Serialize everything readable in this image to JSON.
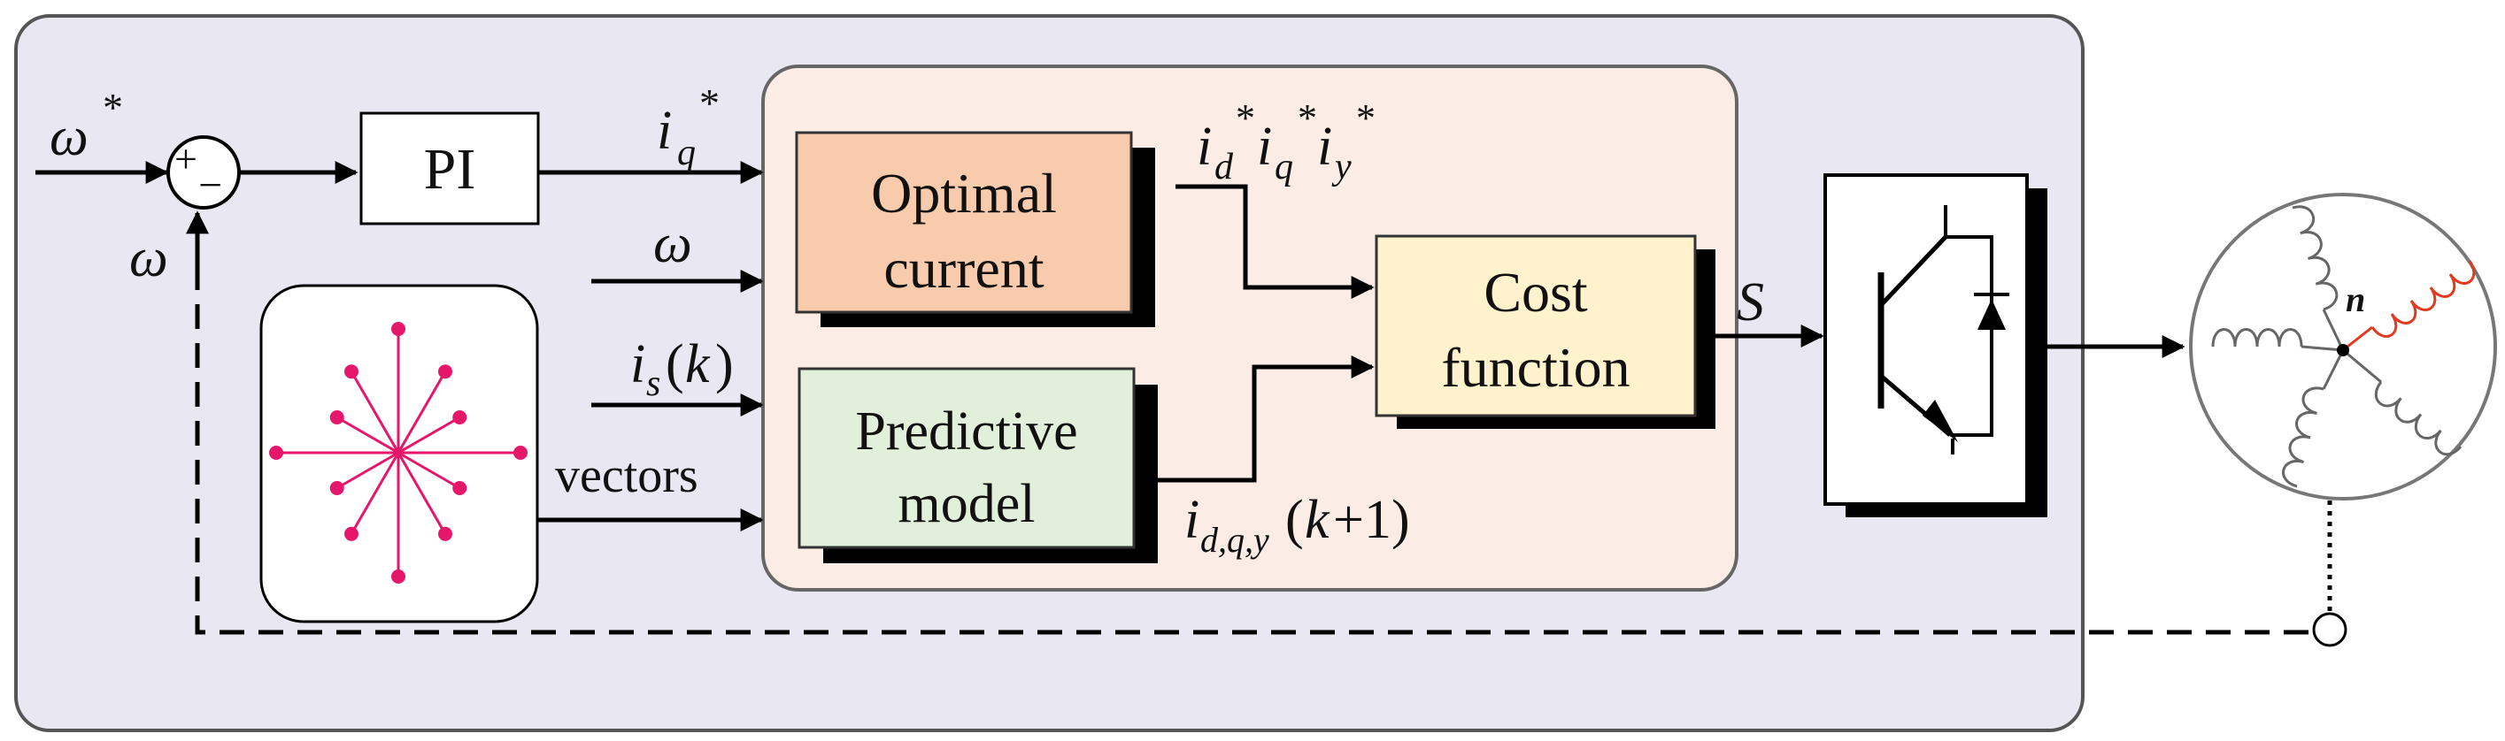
{
  "inputs": {
    "omega_ref": "ω",
    "star": "*",
    "omega_feedback": "ω",
    "omega_to_block": "ω",
    "sum_plus": "+",
    "sum_minus": "−"
  },
  "blocks": {
    "pi": "PI",
    "optimal_current": [
      "Optimal",
      "current"
    ],
    "predictive_model": [
      "Predictive",
      "model"
    ],
    "cost_function": [
      "Cost",
      "function"
    ]
  },
  "signals": {
    "iq_ref_i": "i",
    "iq_ref_sub": "q",
    "iq_ref_star": "*",
    "is_i": "i",
    "is_sub": "s",
    "is_open": "(",
    "is_k": "k",
    "is_close": ")",
    "vectors": "vectors",
    "ref_currents": [
      {
        "i": "i",
        "sub": "d",
        "star": "*"
      },
      {
        "i": "i",
        "sub": "q",
        "star": "*"
      },
      {
        "i": "i",
        "sub": "y",
        "star": "*"
      }
    ],
    "pred_i": "i",
    "pred_sub": "d,q,y",
    "pred_open": "(",
    "pred_k": "k",
    "pred_rest": "+1)",
    "switching": "S"
  },
  "motor": {
    "neutral_label": "n"
  },
  "colors": {
    "outer_panel": "#e9e8f2",
    "mpc_panel": "#fbede5",
    "optimal_current_fill": "#f8cbad",
    "predictive_model_fill": "#e2efda",
    "cost_function_fill": "#fff2cc",
    "vector_color": "#e6166b",
    "winding_highlight": "#e03a1f"
  }
}
